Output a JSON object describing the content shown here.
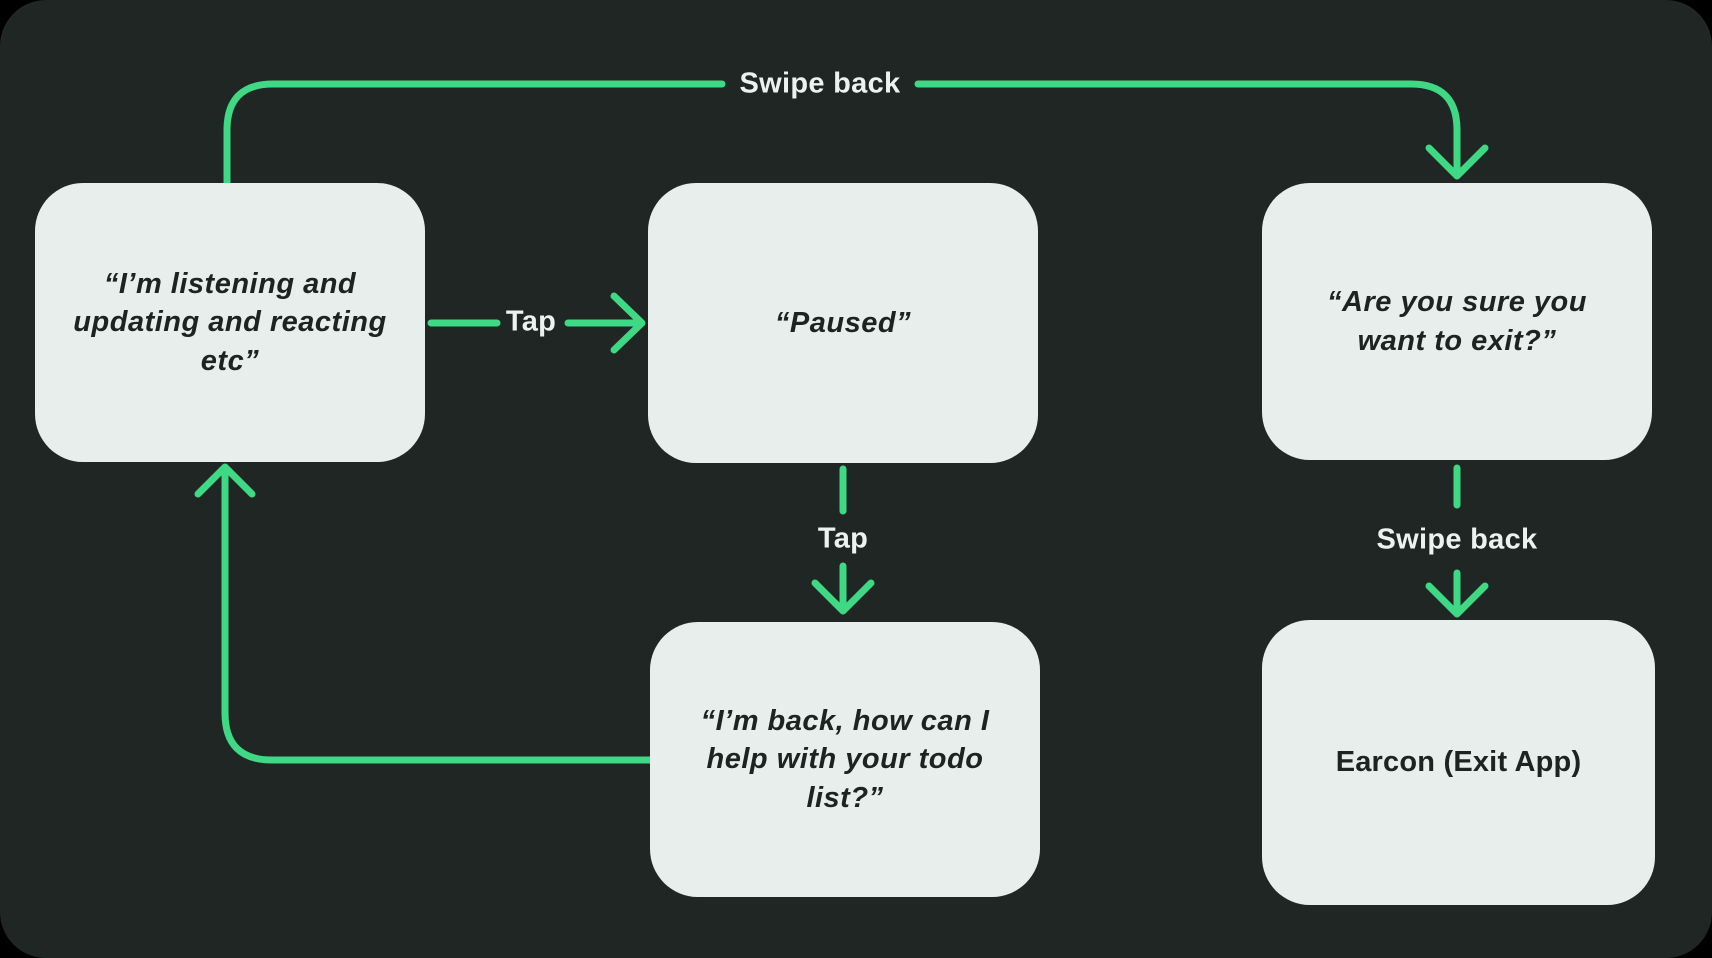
{
  "diagram": {
    "colors": {
      "background": "#1f2624",
      "node_fill": "#e7eeeb",
      "node_text": "#1d2321",
      "arrow": "#3fd884",
      "label_text": "#edf1ef"
    },
    "nodes": [
      {
        "id": "listening",
        "text": "“I’m listening and\nupdating and reacting\netc”"
      },
      {
        "id": "paused",
        "text": "“Paused”"
      },
      {
        "id": "exit-confirm",
        "text": "“Are you sure you\nwant to exit?”"
      },
      {
        "id": "back-todo",
        "text": "“I’m back, how can I\nhelp with your todo\nlist?”"
      },
      {
        "id": "earcon",
        "text": "Earcon (Exit App)"
      }
    ],
    "edges": [
      {
        "from": "listening",
        "to": "exit-confirm",
        "label": "Swipe back"
      },
      {
        "from": "listening",
        "to": "paused",
        "label": "Tap"
      },
      {
        "from": "paused",
        "to": "back-todo",
        "label": "Tap"
      },
      {
        "from": "exit-confirm",
        "to": "earcon",
        "label": "Swipe back"
      },
      {
        "from": "back-todo",
        "to": "listening",
        "label": ""
      }
    ]
  }
}
